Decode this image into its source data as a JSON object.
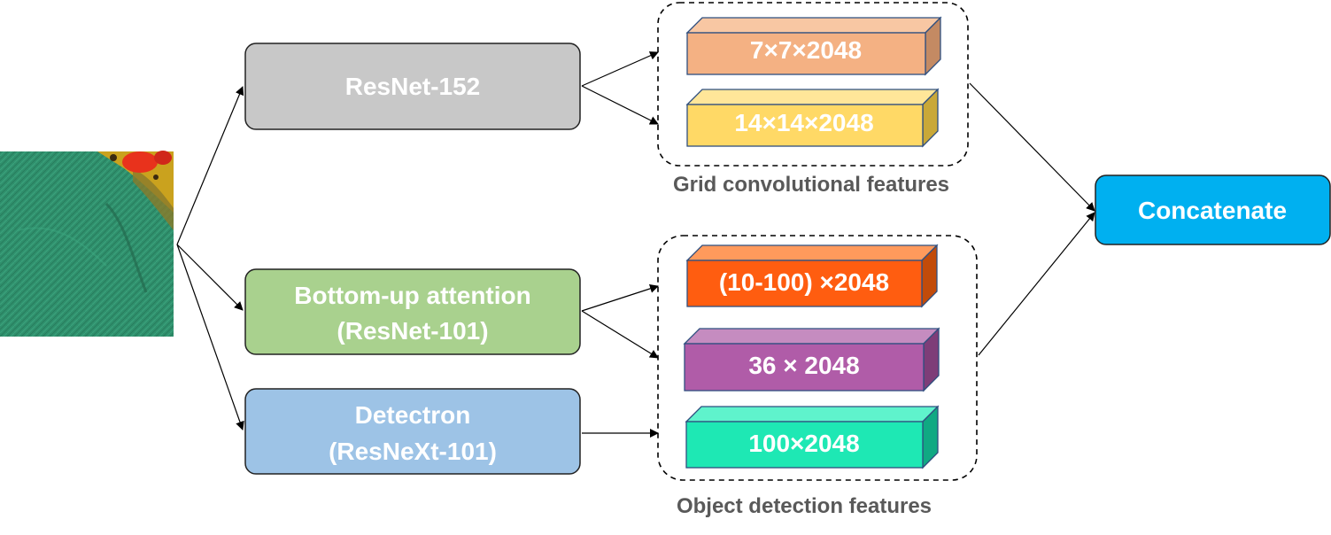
{
  "input_image": {
    "icon": "photo-of-green-fabric-and-flowers"
  },
  "backbones": {
    "resnet152": {
      "label": "ResNet-152",
      "color": "#c8c8c8"
    },
    "bottom_up": {
      "line1": "Bottom-up attention",
      "line2": "(ResNet-101)",
      "color": "#a9d18e"
    },
    "detectron": {
      "line1": "Detectron",
      "line2": "(ResNeXt-101)",
      "color": "#9dc3e6"
    }
  },
  "grid_features": {
    "caption": "Grid convolutional features",
    "items": [
      {
        "label": "7×7×2048",
        "color": "#f4b183"
      },
      {
        "label": "14×14×2048",
        "color": "#ffd966"
      }
    ]
  },
  "object_features": {
    "caption": "Object detection features",
    "items": [
      {
        "label": "(10-100) ×2048",
        "color": "#ff6c1a"
      },
      {
        "label": "36 × 2048",
        "color": "#b05ca8"
      },
      {
        "label": "100×2048",
        "color": "#1ee8b4"
      }
    ]
  },
  "output": {
    "label": "Concatenate",
    "color": "#00b0f0"
  }
}
